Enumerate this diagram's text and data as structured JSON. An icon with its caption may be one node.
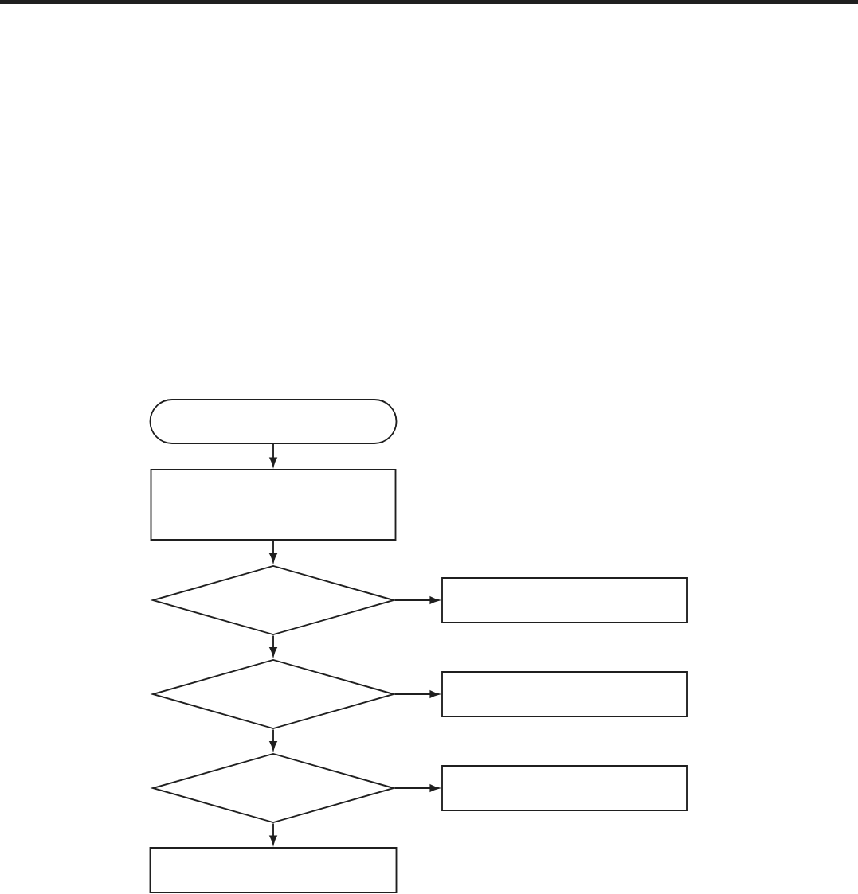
{
  "diagram": {
    "nodes": [
      {
        "text": [],
        "shape": "oval"
      },
      {
        "text": [],
        "shape": "box"
      },
      {
        "text": [],
        "shape": "diamond"
      },
      {
        "text": [],
        "shape": "box"
      },
      {
        "text": [],
        "shape": "diamond"
      },
      {
        "text": [],
        "shape": "box"
      },
      {
        "text": [],
        "shape": "diamond"
      },
      {
        "text": [],
        "shape": "box"
      },
      {
        "text": [],
        "shape": "box"
      }
    ],
    "edges": [
      {
        "from": 0,
        "to": 1,
        "arrow": "to"
      },
      {
        "from": 1,
        "to": 2,
        "arrow": "to"
      },
      {
        "from": 2,
        "to": 3,
        "arrow": "to"
      },
      {
        "from": 2,
        "to": 4,
        "arrow": "to"
      },
      {
        "from": 4,
        "to": 5,
        "arrow": "to"
      },
      {
        "from": 4,
        "to": 6,
        "arrow": "to"
      },
      {
        "from": 6,
        "to": 7,
        "arrow": "to"
      },
      {
        "from": 6,
        "to": 8,
        "arrow": "to"
      }
    ]
  }
}
